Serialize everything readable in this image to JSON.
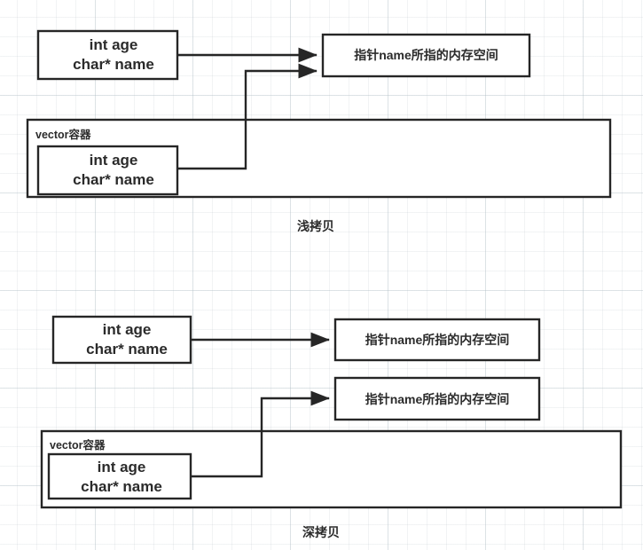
{
  "diagram": {
    "title_shallow": "浅拷贝",
    "title_deep": "深拷贝",
    "struct_line1": "int age",
    "struct_line2": "char* name",
    "memory_label": "指针name所指的内存空间",
    "vector_label": "vector容器",
    "colors": {
      "stroke": "#262626",
      "box_fill": "#ffffff",
      "grid_minor": "#96a5af",
      "grid_major": "#b0bec5",
      "text": "#2b2b2b",
      "background": "#ffffff"
    },
    "shallow_copy": {
      "caption": "浅拷贝",
      "source_struct": {
        "line1": "int age",
        "line2": "char* name"
      },
      "copy_struct": {
        "line1": "int age",
        "line2": "char* name"
      },
      "container_label": "vector容器",
      "memory_blocks": [
        "指针name所指的内存空间"
      ],
      "arrow_count": 2
    },
    "deep_copy": {
      "caption": "深拷贝",
      "source_struct": {
        "line1": "int age",
        "line2": "char* name"
      },
      "copy_struct": {
        "line1": "int age",
        "line2": "char* name"
      },
      "container_label": "vector容器",
      "memory_blocks": [
        "指针name所指的内存空间",
        "指针name所指的内存空间"
      ],
      "arrow_count": 2
    }
  }
}
